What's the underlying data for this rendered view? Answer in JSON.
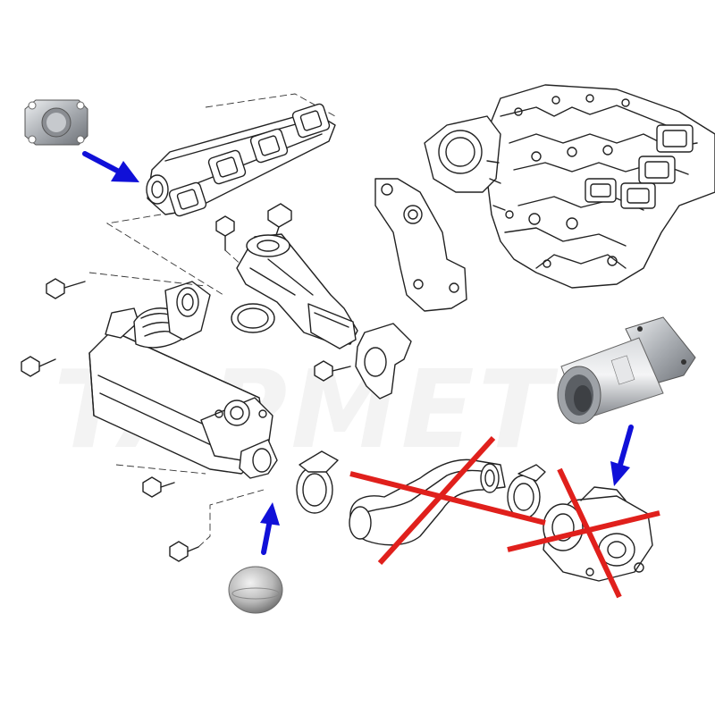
{
  "watermark": "TAPMET",
  "colors": {
    "arrow": "#1010d8",
    "cross": "#e0201c",
    "line": "#222222",
    "metal": "#b9bcc0"
  },
  "annotations": [
    {
      "name": "blanking-plate-arrow",
      "target": "exhaust-manifold-flange"
    },
    {
      "name": "blanking-plug-arrow",
      "target": "cooler-outlet-port"
    },
    {
      "name": "replacement-pipe-arrow",
      "target": "egr-valve"
    }
  ],
  "crossed_out": [
    "egr-pipe",
    "egr-valve"
  ]
}
